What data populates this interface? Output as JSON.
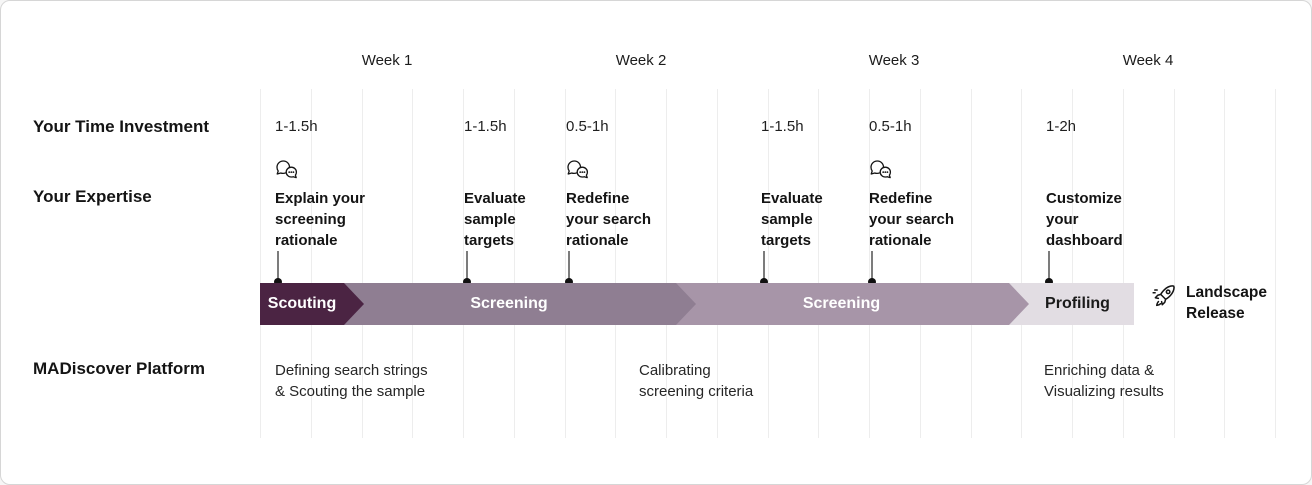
{
  "header": {
    "weeks": [
      "Week 1",
      "Week 2",
      "Week 3",
      "Week 4"
    ]
  },
  "row_labels": {
    "time": "Your Time Investment",
    "expertise": "Your Expertise",
    "platform": "MADiscover Platform"
  },
  "columns": [
    {
      "time": "1-1.5h",
      "task": "Explain your\nscreening\nrationale",
      "icon": "chat-bubbles-icon"
    },
    {
      "time": "1-1.5h",
      "task": "Evaluate\nsample\ntargets"
    },
    {
      "time": "0.5-1h",
      "task": "Redefine\nyour search\nrationale",
      "icon": "chat-bubbles-icon"
    },
    {
      "time": "1-1.5h",
      "task": "Evaluate\nsample\ntargets"
    },
    {
      "time": "0.5-1h",
      "task": "Redefine\nyour search\nrationale",
      "icon": "chat-bubbles-icon"
    },
    {
      "time": "1-2h",
      "task": "Customize\nyour\ndashboard"
    }
  ],
  "phases": [
    {
      "label": "Scouting",
      "color": "#4B2443",
      "text_color": "#FFFFFF"
    },
    {
      "label": "Screening",
      "color": "#8F7E92",
      "text_color": "#FFFFFF"
    },
    {
      "label": "Screening",
      "color": "#A795A8",
      "text_color": "#FFFFFF"
    },
    {
      "label": "Profiling",
      "color": "#E2DDE3",
      "text_color": "#1A1A1A"
    }
  ],
  "release": {
    "label": "Landscape\nRelease",
    "icon": "rocket-icon"
  },
  "platform_notes": [
    {
      "text": "Defining search strings\n& Scouting the sample"
    },
    {
      "text": "Calibrating\nscreening criteria"
    },
    {
      "text": "Enriching data &\nVisualizing results"
    }
  ],
  "grid": {
    "color": "#EDEDED",
    "line_count": 21
  }
}
